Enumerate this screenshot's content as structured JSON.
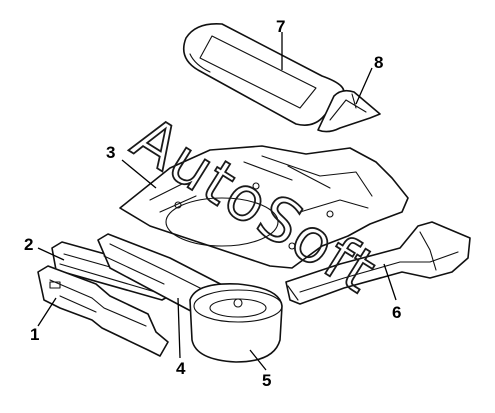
{
  "callouts": {
    "p1": "1",
    "p2": "2",
    "p3": "3",
    "p4": "4",
    "p5": "5",
    "p6": "6",
    "p7": "7",
    "p8": "8"
  },
  "watermark": "AutoSoft",
  "colors": {
    "line": "#111111",
    "background": "#ffffff"
  }
}
